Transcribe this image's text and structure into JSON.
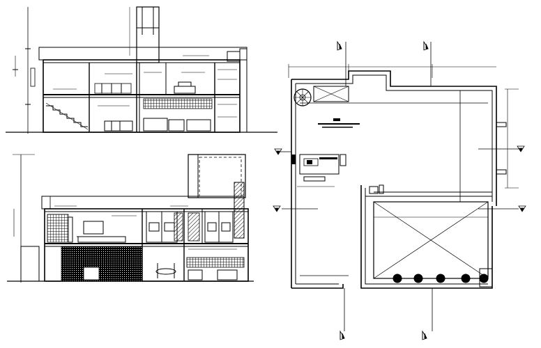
{
  "drawing": {
    "sections": [
      {
        "id": "section-a"
      },
      {
        "id": "section-b"
      }
    ],
    "plan": {
      "marker_count": 4,
      "equipment_circles": 5,
      "colors": {
        "line": "#000000",
        "background": "#ffffff",
        "hatch": "#000000"
      }
    }
  }
}
